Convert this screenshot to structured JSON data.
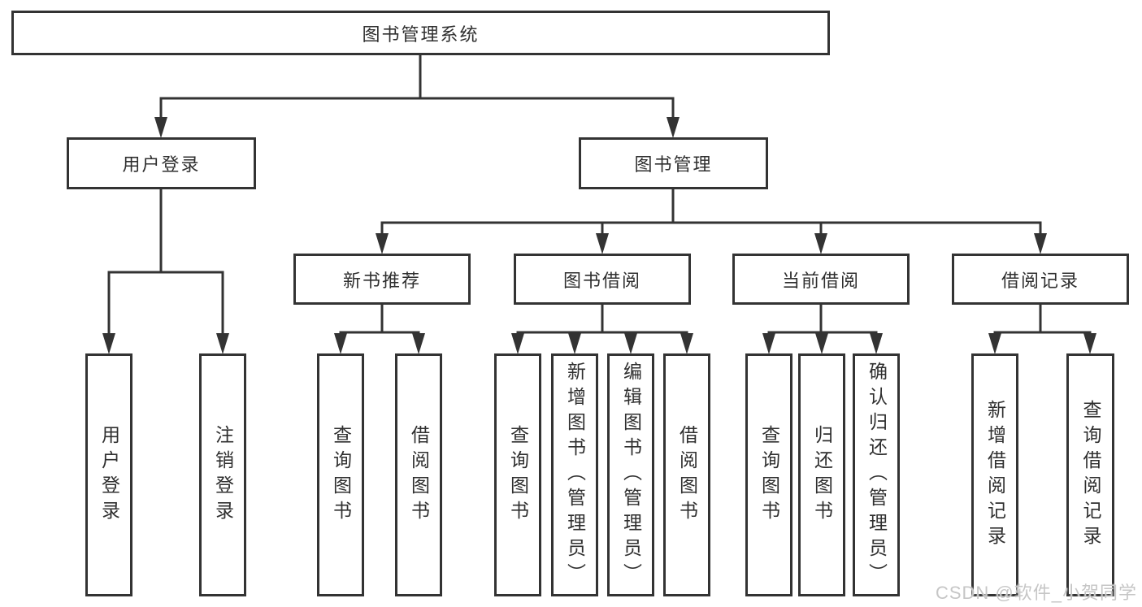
{
  "diagram": {
    "root": {
      "label": "图书管理系统"
    },
    "level2": [
      {
        "label": "用户登录"
      },
      {
        "label": "图书管理"
      }
    ],
    "level3": [
      {
        "label": "新书推荐"
      },
      {
        "label": "图书借阅"
      },
      {
        "label": "当前借阅"
      },
      {
        "label": "借阅记录"
      }
    ],
    "leaves": [
      {
        "label": "用户登录"
      },
      {
        "label": "注销登录"
      },
      {
        "label": "查询图书"
      },
      {
        "label": "借阅图书"
      },
      {
        "label": "查询图书"
      },
      {
        "label": "新增图书（管理员）"
      },
      {
        "label": "编辑图书（管理员）"
      },
      {
        "label": "借阅图书"
      },
      {
        "label": "查询图书"
      },
      {
        "label": "归还图书"
      },
      {
        "label": "确认归还（管理员）"
      },
      {
        "label": "新增借阅记录"
      },
      {
        "label": "查询借阅记录"
      }
    ],
    "line_color": "#333333"
  },
  "watermark": {
    "text": "CSDN @软件_小贺同学",
    "color": "#c6c6c6"
  }
}
